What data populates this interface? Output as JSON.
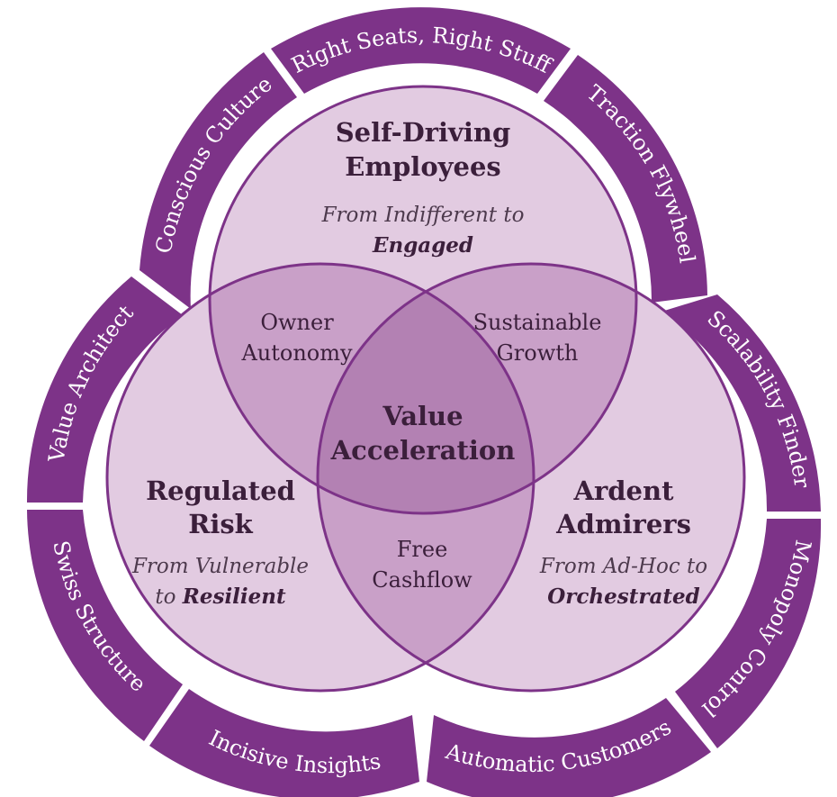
{
  "outer_ring": {
    "segments": [
      {
        "label": "Right Seats, Right Stuff"
      },
      {
        "label": "Traction Flywheel"
      },
      {
        "label": "Scalability Finder"
      },
      {
        "label": "Monopoly Control"
      },
      {
        "label": "Automatic Customers"
      },
      {
        "label": "Incisive Insights"
      },
      {
        "label": "Swiss Structure"
      },
      {
        "label": "Value Architect"
      },
      {
        "label": "Conscious Culture"
      }
    ]
  },
  "circles": {
    "top": {
      "title_line1": "Self-Driving",
      "title_line2": "Employees",
      "sub_line1": "From Indifferent to",
      "sub_bold": "Engaged"
    },
    "left": {
      "title_line1": "Regulated",
      "title_line2": "Risk",
      "sub_line1": "From Vulnerable",
      "sub_prefix": "to ",
      "sub_bold": "Resilient"
    },
    "right": {
      "title_line1": "Ardent",
      "title_line2": "Admirers",
      "sub_line1": "From Ad-Hoc to",
      "sub_bold": "Orchestrated"
    }
  },
  "intersections": {
    "top_left": {
      "line1": "Owner",
      "line2": "Autonomy"
    },
    "top_right": {
      "line1": "Sustainable",
      "line2": "Growth"
    },
    "bottom": {
      "line1": "Free",
      "line2": "Cashflow"
    },
    "center": {
      "line1": "Value",
      "line2": "Acceleration"
    }
  },
  "colors": {
    "ring": "#7d3388",
    "circle_fill": "#e2cbe1",
    "pair_fill": "#c9a0c8",
    "center_fill": "#b381b3",
    "stroke": "#7d3388"
  }
}
